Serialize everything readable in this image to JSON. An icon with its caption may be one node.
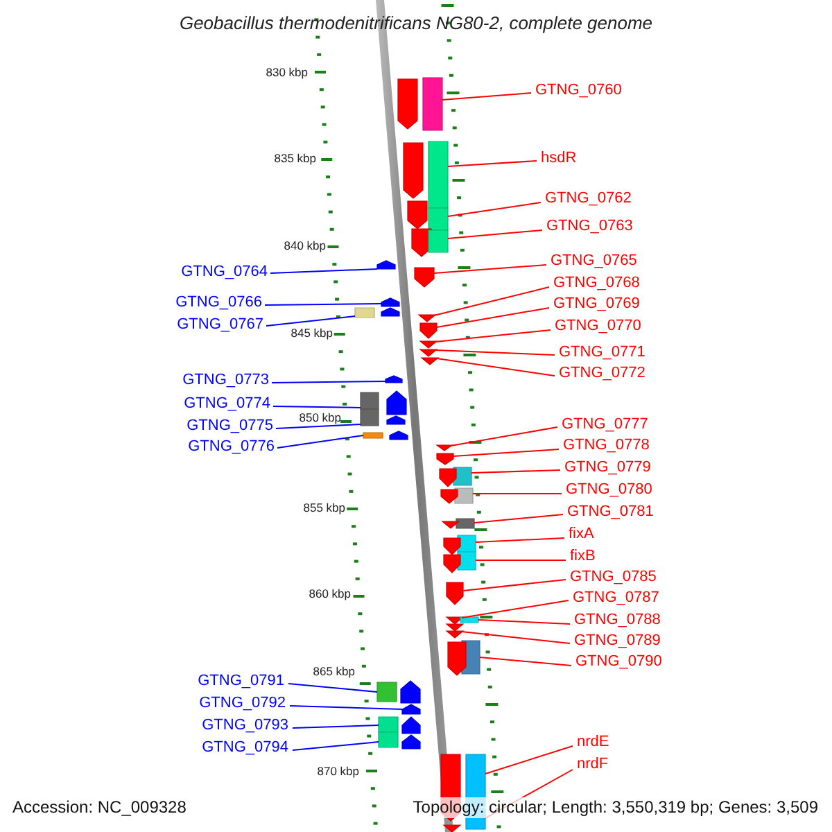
{
  "diagram": {
    "title": "Geobacillus thermodenitrificans NG80-2, complete genome",
    "nodes": [
      {
        "text": [
          "GTNG_0760"
        ]
      },
      {
        "text": [
          "hsdR"
        ]
      },
      {
        "text": [
          "GTNG_0762"
        ]
      },
      {
        "text": [
          "GTNG_0763"
        ]
      },
      {
        "text": [
          "GTNG_0765"
        ]
      },
      {
        "text": [
          "GTNG_0764"
        ]
      },
      {
        "text": [
          "GTNG_0768"
        ]
      },
      {
        "text": [
          "GTNG_0766"
        ]
      },
      {
        "text": [
          "GTNG_0769"
        ]
      },
      {
        "text": [
          "GTNG_0767"
        ]
      },
      {
        "text": [
          "GTNG_0770"
        ]
      },
      {
        "text": [
          "GTNG_0771"
        ]
      },
      {
        "text": [
          "GTNG_0772"
        ]
      },
      {
        "text": [
          "GTNG_0773"
        ]
      },
      {
        "text": [
          "GTNG_0774"
        ]
      },
      {
        "text": [
          "GTNG_0777"
        ]
      },
      {
        "text": [
          "GTNG_0775"
        ]
      },
      {
        "text": [
          "GTNG_0778"
        ]
      },
      {
        "text": [
          "GTNG_0776"
        ]
      },
      {
        "text": [
          "GTNG_0779"
        ]
      },
      {
        "text": [
          "GTNG_0780"
        ]
      },
      {
        "text": [
          "GTNG_0781"
        ]
      },
      {
        "text": [
          "fixA"
        ]
      },
      {
        "text": [
          "fixB"
        ]
      },
      {
        "text": [
          "GTNG_0785"
        ]
      },
      {
        "text": [
          "GTNG_0787"
        ]
      },
      {
        "text": [
          "GTNG_0788"
        ]
      },
      {
        "text": [
          "GTNG_0789"
        ]
      },
      {
        "text": [
          "GTNG_0790"
        ]
      },
      {
        "text": [
          "GTNG_0791"
        ]
      },
      {
        "text": [
          "GTNG_0792"
        ]
      },
      {
        "text": [
          "GTNG_0793"
        ]
      },
      {
        "text": [
          "GTNG_0794"
        ]
      },
      {
        "text": [
          "nrdE"
        ]
      },
      {
        "text": [
          "nrdF"
        ]
      },
      {
        "text": [],
        "shape": "pentagon"
      },
      {
        "text": [],
        "shape": "box"
      },
      {
        "text": [],
        "shape": "pentagon"
      },
      {
        "text": [],
        "shape": "box"
      },
      {
        "text": [],
        "shape": "pentagon"
      },
      {
        "text": [],
        "shape": "box"
      },
      {
        "text": [],
        "shape": "pentagon"
      },
      {
        "text": [],
        "shape": "box"
      },
      {
        "text": [],
        "shape": "pentagon"
      },
      {
        "text": [],
        "shape": "pentagon"
      },
      {
        "text": [],
        "shape": "pentagon"
      },
      {
        "text": [],
        "shape": "pentagon"
      },
      {
        "text": [],
        "shape": "box"
      },
      {
        "text": [],
        "shape": "triangle"
      },
      {
        "text": [],
        "shape": "pentagon"
      },
      {
        "text": [],
        "shape": "triangle"
      },
      {
        "text": [],
        "shape": "triangle"
      },
      {
        "text": [],
        "shape": "triangle"
      },
      {
        "text": [],
        "shape": "pentagon"
      },
      {
        "text": [],
        "shape": "pentagon"
      },
      {
        "text": [],
        "shape": "box"
      },
      {
        "text": [],
        "shape": "box"
      },
      {
        "text": [],
        "shape": "pentagon"
      },
      {
        "text": [],
        "shape": "pentagon"
      },
      {
        "text": [],
        "shape": "box"
      },
      {
        "text": [],
        "shape": "triangle"
      },
      {
        "text": [],
        "shape": "pentagon"
      },
      {
        "text": [],
        "shape": "box"
      },
      {
        "text": [],
        "shape": "pentagon"
      },
      {
        "text": [],
        "shape": "box"
      },
      {
        "text": [],
        "shape": "pentagon"
      },
      {
        "text": [],
        "shape": "box"
      },
      {
        "text": [],
        "shape": "triangle"
      },
      {
        "text": [],
        "shape": "box"
      },
      {
        "text": [],
        "shape": "pentagon"
      },
      {
        "text": [],
        "shape": "box"
      },
      {
        "text": [],
        "shape": "pentagon"
      },
      {
        "text": [],
        "shape": "pentagon"
      },
      {
        "text": [],
        "shape": "triangle"
      },
      {
        "text": [],
        "shape": "box"
      },
      {
        "text": [],
        "shape": "triangle"
      },
      {
        "text": [],
        "shape": "triangle"
      },
      {
        "text": [],
        "shape": "box"
      },
      {
        "text": [],
        "shape": "pentagon"
      },
      {
        "text": [],
        "shape": "box"
      },
      {
        "text": [],
        "shape": "pentagon"
      },
      {
        "text": [],
        "shape": "pentagon"
      },
      {
        "text": [],
        "shape": "box"
      },
      {
        "text": [],
        "shape": "pentagon"
      },
      {
        "text": [],
        "shape": "box"
      },
      {
        "text": [],
        "shape": "pentagon"
      },
      {
        "text": [],
        "shape": "pentagon"
      },
      {
        "text": [],
        "shape": "box"
      },
      {
        "text": [],
        "shape": "box"
      },
      {
        "text": [],
        "shape": "triangle"
      }
    ],
    "edges": [
      {
        "from": 0,
        "to": 36,
        "arrow": "none"
      },
      {
        "from": 1,
        "to": 38,
        "arrow": "none"
      },
      {
        "from": 2,
        "to": 40,
        "arrow": "none"
      },
      {
        "from": 3,
        "to": 42,
        "arrow": "none"
      },
      {
        "from": 4,
        "to": 44,
        "arrow": "none"
      },
      {
        "from": 5,
        "to": 43,
        "arrow": "none",
        "color": "#0000ff"
      },
      {
        "from": 6,
        "to": 48,
        "arrow": "none"
      },
      {
        "from": 7,
        "to": 45,
        "arrow": "none",
        "color": "#0000ff"
      },
      {
        "from": 8,
        "to": 49,
        "arrow": "none"
      },
      {
        "from": 9,
        "to": 47,
        "arrow": "none",
        "color": "#0000ff"
      },
      {
        "from": 10,
        "to": 50,
        "arrow": "none"
      },
      {
        "from": 11,
        "to": 51,
        "arrow": "none"
      },
      {
        "from": 12,
        "to": 52,
        "arrow": "none"
      },
      {
        "from": 13,
        "to": 53,
        "arrow": "none",
        "color": "#0000ff"
      },
      {
        "from": 14,
        "to": 55,
        "arrow": "none",
        "color": "#0000ff"
      },
      {
        "from": 15,
        "to": 60,
        "arrow": "none"
      },
      {
        "from": 16,
        "to": 56,
        "arrow": "none",
        "color": "#0000ff"
      },
      {
        "from": 17,
        "to": 61,
        "arrow": "none"
      },
      {
        "from": 18,
        "to": 59,
        "arrow": "none",
        "color": "#0000ff"
      },
      {
        "from": 19,
        "to": 62,
        "arrow": "none"
      },
      {
        "from": 20,
        "to": 64,
        "arrow": "none"
      },
      {
        "from": 21,
        "to": 66,
        "arrow": "none"
      },
      {
        "from": 22,
        "to": 68,
        "arrow": "none"
      },
      {
        "from": 23,
        "to": 70,
        "arrow": "none"
      },
      {
        "from": 24,
        "to": 72,
        "arrow": "none"
      },
      {
        "from": 25,
        "to": 73,
        "arrow": "none"
      },
      {
        "from": 26,
        "to": 74,
        "arrow": "none"
      },
      {
        "from": 27,
        "to": 76,
        "arrow": "none"
      },
      {
        "from": 28,
        "to": 77,
        "arrow": "none"
      },
      {
        "from": 29,
        "to": 79,
        "arrow": "none",
        "color": "#0000ff"
      },
      {
        "from": 30,
        "to": 81,
        "arrow": "none",
        "color": "#0000ff"
      },
      {
        "from": 31,
        "to": 82,
        "arrow": "none",
        "color": "#0000ff"
      },
      {
        "from": 32,
        "to": 84,
        "arrow": "none",
        "color": "#0000ff"
      },
      {
        "from": 33,
        "to": 87,
        "arrow": "none"
      },
      {
        "from": 34,
        "to": 88,
        "arrow": "none"
      }
    ],
    "labels": [
      "830 kbp",
      "835 kbp",
      "840 kbp",
      "845 kbp",
      "850 kbp",
      "855 kbp",
      "860 kbp",
      "865 kbp",
      "870 kbp",
      "Accession: NC_009328",
      "Topology: circular; Length: 3,550,319 bp; Genes: 3,509"
    ]
  }
}
